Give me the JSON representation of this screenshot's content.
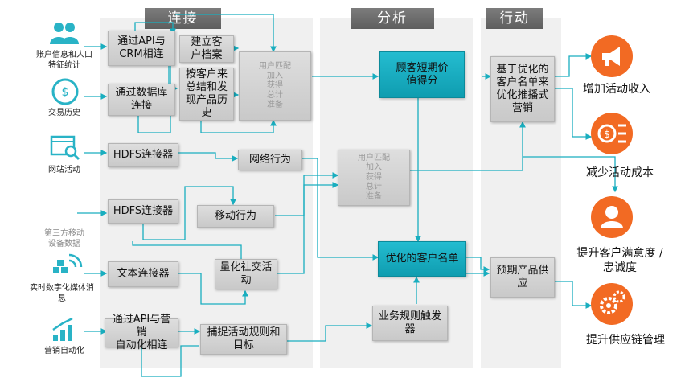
{
  "headers": {
    "connect": "连接",
    "analyze": "分析",
    "act": "行动"
  },
  "sources": [
    {
      "label": "账户信息和人口\n特征统计",
      "icon": "users-icon"
    },
    {
      "label": "交易历史",
      "icon": "transaction-icon"
    },
    {
      "label": "网站活动",
      "icon": "web-search-icon"
    },
    {
      "label": "第三方移动\n设备数据",
      "icon": ""
    },
    {
      "label": "实时数字化媒体消\n息",
      "icon": "social-signal-icon"
    },
    {
      "label": "营销自动化",
      "icon": "growth-chart-icon"
    }
  ],
  "connect_boxes": {
    "api_crm": "通过API与\nCRM相连",
    "database": "通过数据库\n连接",
    "hdfs1": "HDFS连接器",
    "hdfs2": "HDFS连接器",
    "text": "文本连接器",
    "api_marketing": "通过API与营销\n自动化相连",
    "customer_profile": "建立客\n户档案",
    "summarize": "按客户来\n总结和发\n现产品历\n史",
    "process1": "用户匹配\n加入\n获得\n总计\n准备",
    "web_behavior": "网络行为",
    "mobile_behavior": "移动行为",
    "social_activity": "量化社交活\n动",
    "capture_rules": "捕捉活动规则和\n目标"
  },
  "analyze_boxes": {
    "short_term_value": "顾客短期价\n值得分",
    "process2": "用户匹配\n加入\n获得\n总计\n准备",
    "optimized_list": "优化的客户名单",
    "rule_trigger": "业务规则触发\n器"
  },
  "act_boxes": {
    "optimized_promo": "基于优化的\n客户名单来\n优化推播式\n营销",
    "forecast_supply": "预期产品供\n应"
  },
  "outcomes": [
    {
      "label": "增加活动收入",
      "icon": "megaphone-icon"
    },
    {
      "label": "减少活动成本",
      "icon": "cost-cut-icon"
    },
    {
      "label": "提升客户满意度 /\n忠诚度",
      "icon": "satisfied-customer-icon"
    },
    {
      "label": "提升供应链管理",
      "icon": "gears-icon"
    }
  ],
  "colors": {
    "teal": "#19aebf",
    "orange": "#f26a23",
    "connector": "#19aebf",
    "header": "#6b6b6b",
    "column": "#f0f0f0"
  }
}
